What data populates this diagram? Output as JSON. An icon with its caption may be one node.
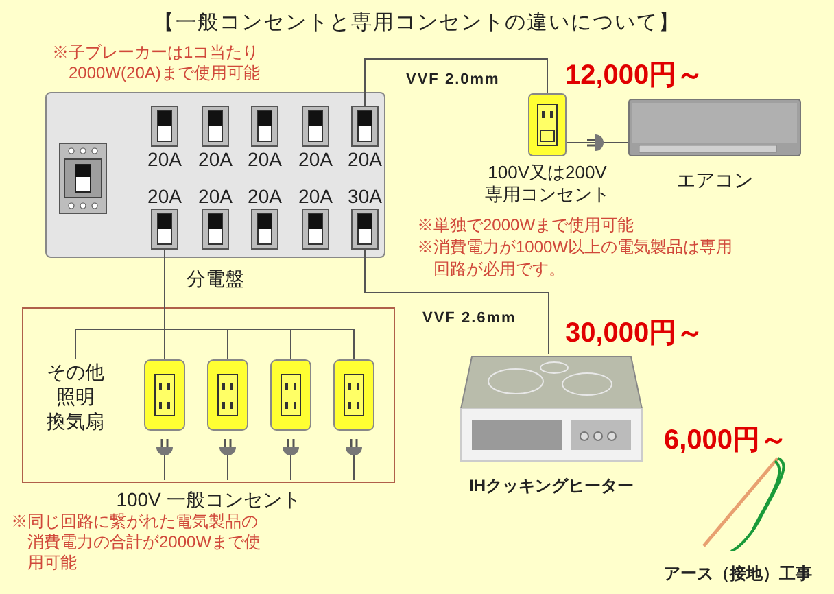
{
  "diagram": {
    "title": "【一般コンセントと専用コンセントの違いについて】",
    "nodes": [
      {
        "text": [
          "分電盤"
        ]
      },
      {
        "text": [],
        "shape": "picture",
        "in": 0
      },
      {
        "text": [
          "20A"
        ],
        "in": 0
      },
      {
        "text": [
          "20A"
        ],
        "in": 0
      },
      {
        "text": [
          "20A"
        ],
        "in": 0
      },
      {
        "text": [
          "20A"
        ],
        "in": 0
      },
      {
        "text": [
          "20A"
        ],
        "in": 0
      },
      {
        "text": [
          "20A"
        ],
        "in": 0
      },
      {
        "text": [
          "20A"
        ],
        "in": 0
      },
      {
        "text": [
          "20A"
        ],
        "in": 0
      },
      {
        "text": [
          "20A"
        ],
        "in": 0
      },
      {
        "text": [
          "30A"
        ],
        "in": 0
      },
      {
        "text": [
          "100V 一般コンセント"
        ]
      },
      {
        "text": [
          "その他",
          "照明",
          "換気扇"
        ],
        "in": 12
      },
      {
        "text": [],
        "shape": "box",
        "in": 12
      },
      {
        "text": [],
        "shape": "box",
        "in": 12
      },
      {
        "text": [],
        "shape": "box",
        "in": 12
      },
      {
        "text": [],
        "shape": "box",
        "in": 12
      },
      {
        "text": [
          "100V又は200V専用コンセント"
        ]
      },
      {
        "text": [
          "エアコン"
        ]
      },
      {
        "text": [
          "IHクッキングヒーター"
        ]
      },
      {
        "text": [
          "アース（接地）工事"
        ]
      }
    ],
    "edges": [
      {
        "from": 6,
        "to": 18,
        "arrow": "none",
        "label": "VVF 2.0mm"
      },
      {
        "from": 11,
        "to": 20,
        "arrow": "none",
        "label": "VVF 2.6mm"
      },
      {
        "from": 7,
        "to": 13,
        "arrow": "none"
      },
      {
        "from": 7,
        "to": 14,
        "arrow": "none"
      },
      {
        "from": 7,
        "to": 15,
        "arrow": "none"
      },
      {
        "from": 7,
        "to": 16,
        "arrow": "none"
      },
      {
        "from": 7,
        "to": 17,
        "arrow": "none"
      },
      {
        "from": 18,
        "to": 19,
        "arrow": "none"
      }
    ],
    "labels": [
      "※子ブレーカーは1コ当たり2000W(20A)まで使用可能",
      "12,000円～",
      "※単独で2000Wまで使用可能",
      "※消費電力が1000W以上の電気製品は専用回路が必用です。",
      "30,000円～",
      "6,000円～",
      "※同じ回路に繋がれた電気製品の消費電力の合計が2000Wまで使用可能"
    ]
  }
}
